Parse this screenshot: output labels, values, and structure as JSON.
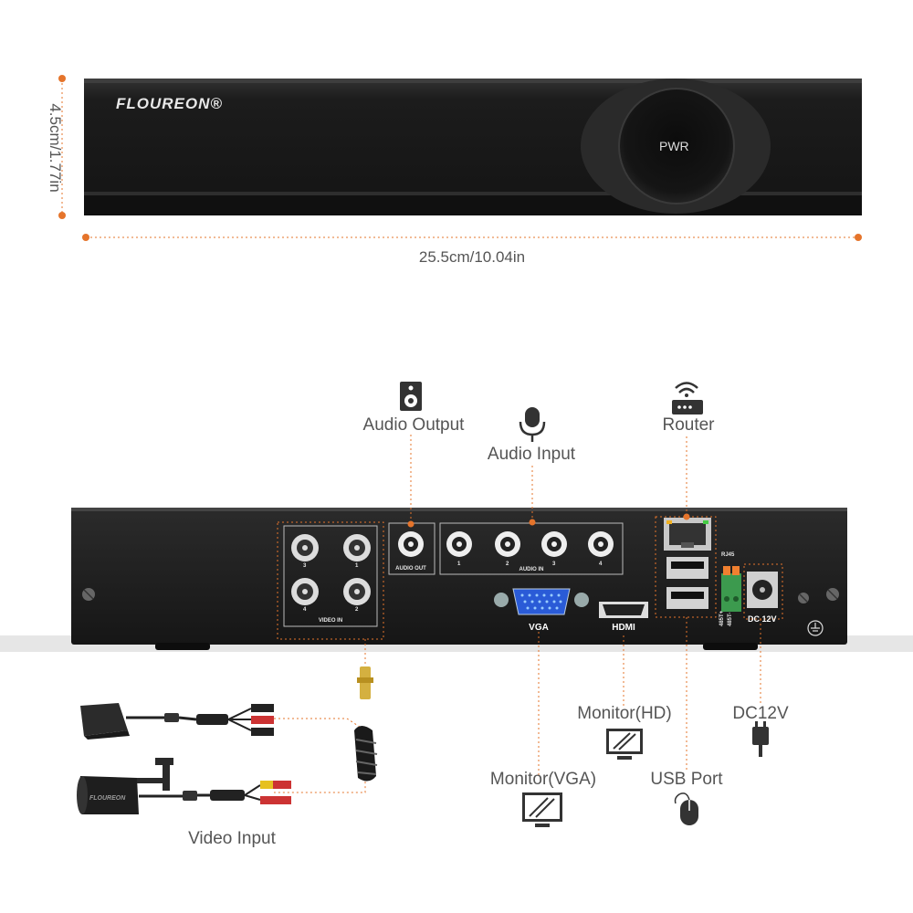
{
  "front": {
    "brand": "FLOUREON®",
    "power_label": "PWR",
    "height_dim": "4.5cm/1.77in",
    "width_dim": "25.5cm/10.04in"
  },
  "back": {
    "video_in": "VIDEO IN",
    "audio_out": "AUDIO OUT",
    "audio_in": "AUDIO IN",
    "vga": "VGA",
    "hdmi": "HDMI",
    "rj45": "RJ45",
    "dc12v_port": "DC 12V",
    "rs485_plus": "485T+",
    "rs485_minus": "485T-",
    "video_nums": [
      "3",
      "1",
      "4",
      "2"
    ],
    "audio_nums": [
      "1",
      "2",
      "3",
      "4"
    ]
  },
  "callouts": {
    "audio_output": "Audio Output",
    "audio_input": "Audio Input",
    "router": "Router",
    "monitor_hd": "Monitor(HD)",
    "monitor_vga": "Monitor(VGA)",
    "usb_port": "USB Port",
    "dc12v": "DC12V",
    "video_input": "Video Input"
  },
  "colors": {
    "accent": "#e5742b",
    "device": "#1e1e1e",
    "label_text": "#555555"
  },
  "icons": [
    "speaker-icon",
    "microphone-icon",
    "router-icon",
    "monitor-icon",
    "mouse-icon",
    "power-plug-icon"
  ]
}
